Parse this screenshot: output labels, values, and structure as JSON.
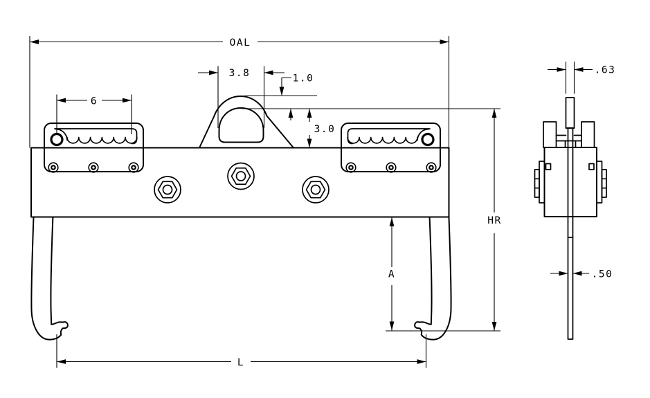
{
  "page": {
    "background": "#ffffff",
    "line_color": "#000000"
  },
  "drawing": {
    "type": "engineering-dimension-drawing",
    "subject": "lifting beam with twin J-hooks, center lifting lug and serrated grip handles, front and side views"
  },
  "dims": {
    "overall_length": "OAL",
    "lug_opening_width": "3.8",
    "lug_crown_height": "1.0",
    "lug_opening_height": "3.0",
    "handle_grip_length": "6",
    "hook_height": "HR",
    "hook_opening_height": "A",
    "hook_span": "L",
    "lug_plate_thickness": ".63",
    "hook_plate_thickness": ".50"
  }
}
